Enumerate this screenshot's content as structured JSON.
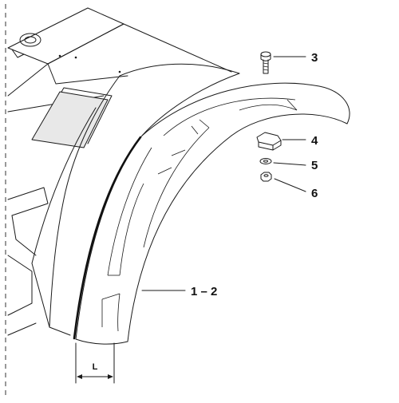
{
  "callouts": [
    {
      "id": "bolt",
      "label": "3"
    },
    {
      "id": "clip-nut",
      "label": "4"
    },
    {
      "id": "washer",
      "label": "5"
    },
    {
      "id": "nut",
      "label": "6"
    },
    {
      "id": "fender",
      "label": "1 – 2"
    }
  ],
  "dimension": {
    "label": "L"
  },
  "colors": {
    "line": "#1a1a1a",
    "background": "#ffffff",
    "shade": "#e8e8e8"
  }
}
